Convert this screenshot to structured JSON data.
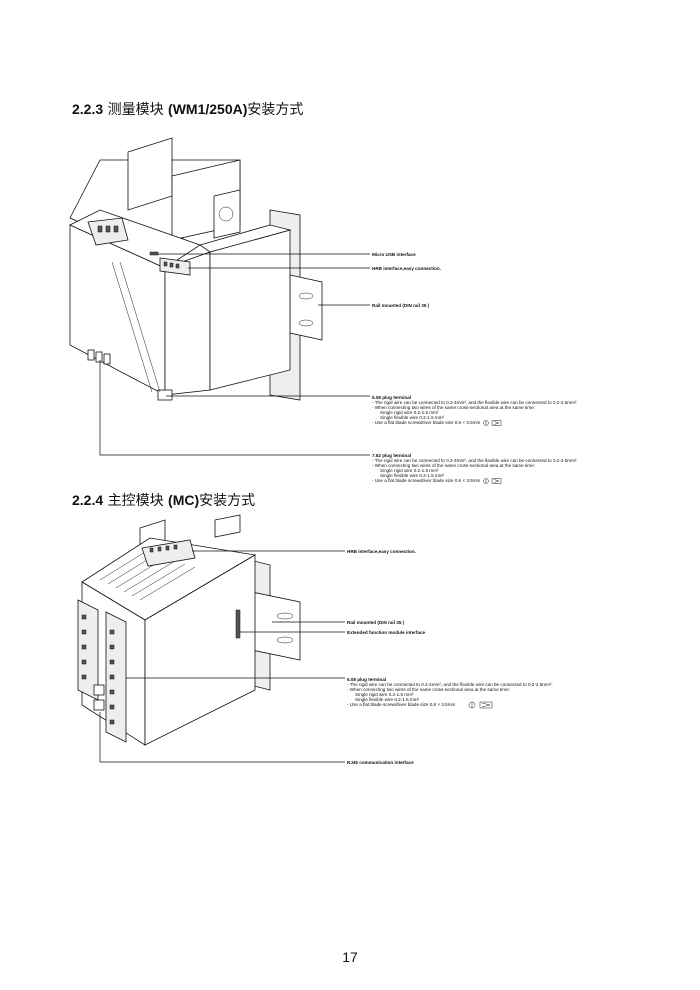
{
  "section1": {
    "number": "2.2.3",
    "title_cn": "测量模块",
    "code": "(WM1/250A)",
    "suffix": "安装方式",
    "callouts": {
      "usb": "Micro USB interface",
      "hrb": "HRB interface,easy connection.",
      "rail": "Rail mounted (DIN rail 35 )",
      "plug508": [
        "5.08 plug terminal",
        "- The rigid wire can be connected to 0.2-4mm², and the flexible wire can be connected to 0.2-2.5mm².",
        "- When connecting two wires of the same cross-sectional area at the same time:",
        "Single rigid wire 0.2-1.5 mm²",
        "Single flexible wire 0.2-1.5 mm²",
        "- Use a flat blade screwdriver blade size 0.6 × 3.5mm"
      ],
      "plug762": [
        "7.62 plug terminal",
        "- The rigid wire can be connected to 0.2-4mm², and the flexible wire can be connected to 0.2-2.5mm².",
        "- When connecting two wires of the same cross-sectional area at the same time:",
        "Single rigid wire 0.2-1.5 mm²",
        "Single flexible wire 0.2-1.5 mm²",
        "- Use a flat blade screwdriver blade size 0.6 × 3.5mm"
      ]
    }
  },
  "section2": {
    "number": "2.2.4",
    "title_cn": "主控模块",
    "code": "(MC)",
    "suffix": "安装方式",
    "callouts": {
      "hrb": "HRB interface,easy connection.",
      "rail": "Rail mounted (DIN rail 35 )",
      "ext": "Extended function module interface",
      "plug508": [
        "5.08 plug terminal",
        "- The rigid wire can be connected to 0.2-4mm², and the flexible wire can be connected to 0.2-2.5mm².",
        "- When connecting two wires of the same cross-sectional area at the same time:",
        "Single rigid wire 0.2-1.5 mm²",
        "Single flexible wire 0.2-1.5 mm²",
        "- Use a flat blade screwdriver blade size 0.6 × 3.5mm"
      ],
      "rj45": "RJ45 communication interface"
    }
  },
  "page_number": "17"
}
